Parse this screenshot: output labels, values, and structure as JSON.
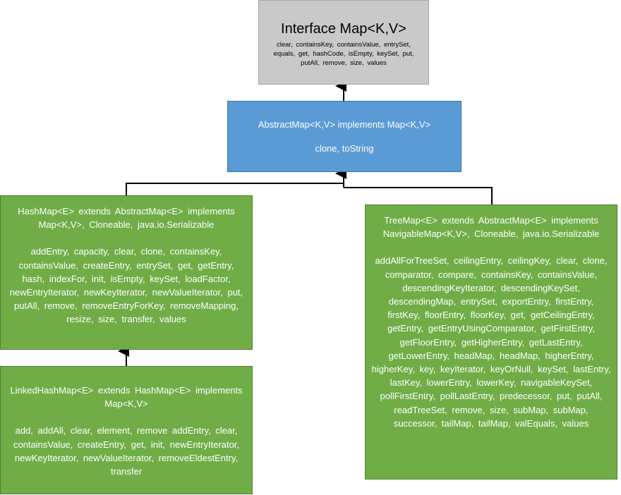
{
  "interface_map": {
    "title": "Interface Map<K,V>",
    "methods": "clear,  containsKey,  containsValue,  entrySet,  equals,  get,  hashCode,  isEmpty,  keySet,  put,  putAll,  remove,  size,  values"
  },
  "abstract_map": {
    "title": "AbstractMap<K,V> implements Map<K,V>",
    "methods": "clone, toString"
  },
  "hash_map": {
    "title": "HashMap<E> extends AbstractMap<E> implements Map<K,V>, Cloneable, java.io.Serializable",
    "methods": "addEntry,  capacity,  clear,  clone,  containsKey,  containsValue,  createEntry,  entrySet,  get,  getEntry,  hash,  indexFor,  init,  isEmpty,  keySet,  loadFactor,  newEntryIterator,  newKeyIterator,  newValueIterator,  put,  putAll,  remove,  removeEntryForKey,  removeMapping,  resize,  size,  transfer,  values"
  },
  "linked_hash_map": {
    "title": "LinkedHashMap<E> extends HashMap<E> implements Map<K,V>",
    "methods": "add, addAll, clear, element, remove addEntry,  clear,  containsValue,  createEntry,  get,  init,  newEntryIterator,  newKeyIterator,  newValueIterator,  removeEldestEntry,  transfer"
  },
  "tree_map": {
    "title": "TreeMap<E> extends AbstractMap<E> implements NavigableMap<K,V>, Cloneable, java.io.Serializable",
    "methods": "addAllForTreeSet,  ceilingEntry,  ceilingKey,  clear,  clone,  comparator,  compare,  containsKey,  containsValue,  descendingKeyIterator,  descendingKeySet,  descendingMap,  entrySet,  exportEntry,  firstEntry,  firstKey,  floorEntry,  floorKey,  get,  getCeilingEntry,  getEntry,  getEntryUsingComparator,  getFirstEntry,  getFloorEntry,  getHigherEntry,  getLastEntry,  getLowerEntry,  headMap,  headMap,  higherEntry,  higherKey,  key,  keyIterator,  keyOrNull,  keySet,  lastEntry,  lastKey,  lowerEntry,  lowerKey,  navigableKeySet,  pollFirstEntry,  pollLastEntry,  predecessor,  put,  putAll,  readTreeSet,  remove,  size,  subMap,  subMap,  successor,  tailMap,  tailMap,  valEquals,  values"
  },
  "colors": {
    "interface_fill": "#c9c9c9",
    "abstract_fill": "#5b9bd5",
    "concrete_fill": "#70ad47",
    "connector": "#000000"
  }
}
